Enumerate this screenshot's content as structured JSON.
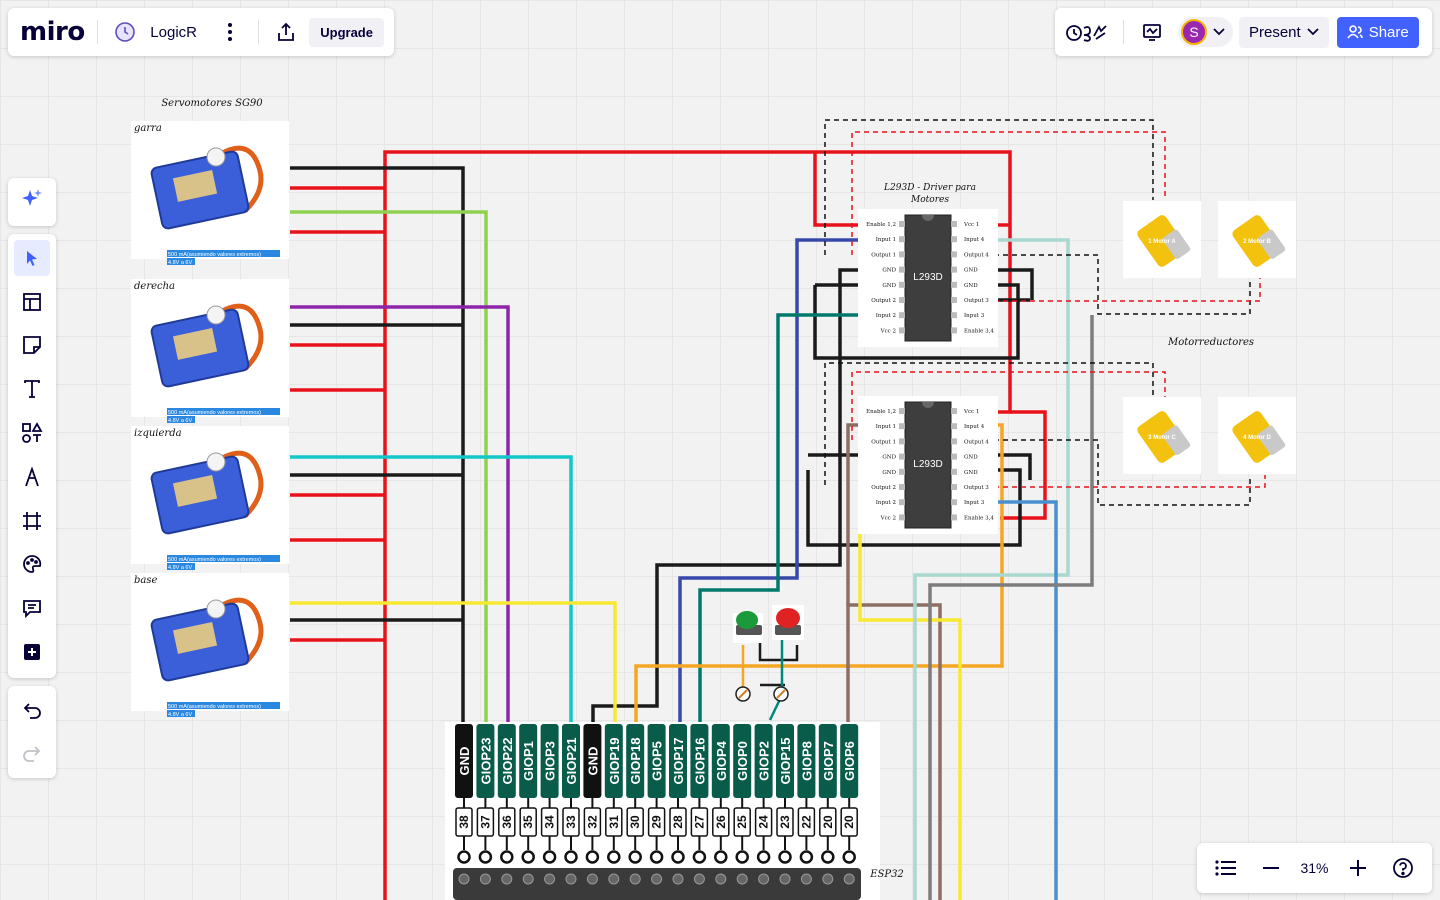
{
  "app": {
    "logo": "miro",
    "board_name": "LogicR",
    "upgrade_label": "Upgrade"
  },
  "topbar_right": {
    "avatar_letter": "S",
    "present_label": "Present",
    "share_label": "Share"
  },
  "zoom": {
    "level": "31%"
  },
  "colors": {
    "accent": "#4262ff",
    "wire_red": "#e8121b",
    "wire_black": "#1a1a1a"
  },
  "board": {
    "servo_title": "Servomotores SG90",
    "servos": [
      {
        "name": "garra",
        "spec1": "500 mA(asumiendo valores extremos)",
        "spec2": "4.8V a 6V"
      },
      {
        "name": "derecha",
        "spec1": "500 mA(asumiendo valores extremos)",
        "spec2": "4.8V a 6V"
      },
      {
        "name": "izquierda",
        "spec1": "500 mA(asumiendo valores extremos)",
        "spec2": "4.8V a 6V"
      },
      {
        "name": "base",
        "spec1": "500 mA(asumiendo valores extremos)",
        "spec2": "4.8V a 6V"
      }
    ],
    "driver_title_line1": "L293D - Driver para",
    "driver_title_line2": "Motores",
    "chip_label": "L293D",
    "chip1_left_pins": [
      "Enable 1,2",
      "Input 1",
      "Output 1",
      "GND",
      "GND",
      "Output 2",
      "Input 2",
      "Vcc 2"
    ],
    "chip1_right_pins": [
      "Vcc 1",
      "Input 4",
      "Output 4",
      "GND",
      "GND",
      "Output 3",
      "Input 3",
      "Enable 3,4"
    ],
    "chip2_left_pins": [
      "Enable 1,2",
      "Input 1",
      "Output 1",
      "GND",
      "GND",
      "Output 2",
      "Input 2",
      "Vcc 2"
    ],
    "chip2_right_pins": [
      "Vcc 1",
      "Input 4",
      "Output 4",
      "GND",
      "GND",
      "Output 3",
      "Input 3",
      "Enable 3,4"
    ],
    "motors_title": "Motorreductores",
    "motors": [
      "1 Motor A",
      "2 Motor B",
      "3 Motor C",
      "4 Motor D"
    ],
    "esp_label": "ESP32",
    "esp_pins": [
      {
        "name": "GND",
        "num": "38"
      },
      {
        "name": "GIOP23",
        "num": "37"
      },
      {
        "name": "GIOP22",
        "num": "36"
      },
      {
        "name": "GIOP1",
        "num": "35"
      },
      {
        "name": "GIOP3",
        "num": "34"
      },
      {
        "name": "GIOP21",
        "num": "33"
      },
      {
        "name": "GND",
        "num": "32"
      },
      {
        "name": "GIOP19",
        "num": "31"
      },
      {
        "name": "GIOP18",
        "num": "30"
      },
      {
        "name": "GIOP5",
        "num": "29"
      },
      {
        "name": "GIOP17",
        "num": "28"
      },
      {
        "name": "GIOP16",
        "num": "27"
      },
      {
        "name": "GIOP4",
        "num": "26"
      },
      {
        "name": "GIOP0",
        "num": "25"
      },
      {
        "name": "GIOP2",
        "num": "24"
      },
      {
        "name": "GIOP15",
        "num": "23"
      },
      {
        "name": "GIOP8",
        "num": "22"
      },
      {
        "name": "GIOP7",
        "num": "20"
      },
      {
        "name": "GIOP6",
        "num": "20"
      }
    ]
  }
}
